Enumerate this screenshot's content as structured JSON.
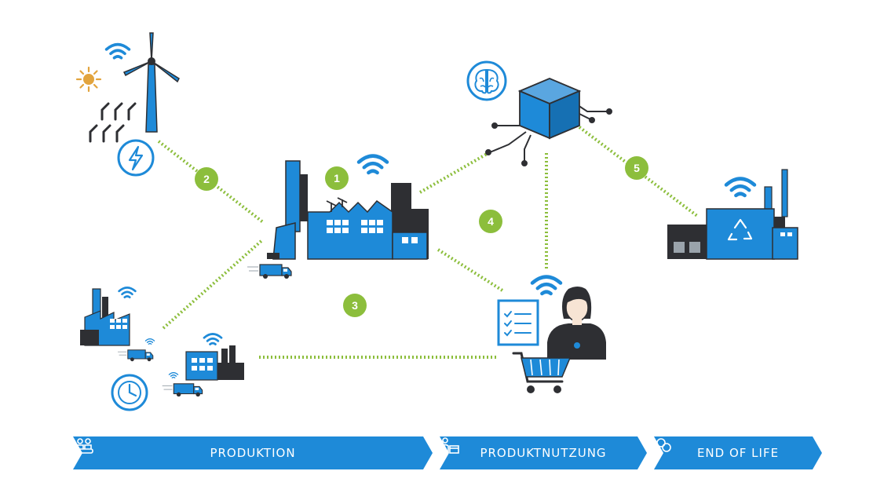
{
  "colors": {
    "primary_blue": "#1e8ad8",
    "dark_gray": "#2e2f33",
    "light_green": "#8cbe3c",
    "sun_orange": "#e2a43e",
    "white": "#ffffff"
  },
  "badges": [
    "1",
    "2",
    "3",
    "4",
    "5"
  ],
  "phases": [
    {
      "label": "PRODUKTION",
      "icon": "production-icon"
    },
    {
      "label": "PRODUKTNUTZUNG",
      "icon": "product-usage-icon"
    },
    {
      "label": "END OF LIFE",
      "icon": "end-of-life-icon"
    }
  ],
  "icons": [
    "wifi-icon",
    "wind-turbine-icon",
    "sun-icon",
    "lightning-icon",
    "factory-icon",
    "truck-icon",
    "clock-icon",
    "brain-icon",
    "cloud-cube-icon",
    "checklist-icon",
    "person-icon",
    "shopping-cart-icon",
    "recycling-plant-icon"
  ]
}
